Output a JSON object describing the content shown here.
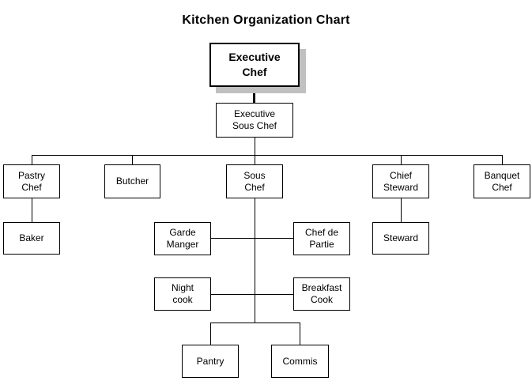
{
  "title": "Kitchen Organization Chart",
  "colors": {
    "background": "#ffffff",
    "box_fill": "#ffffff",
    "box_border": "#000000",
    "line": "#000000",
    "text": "#000000",
    "root_shadow": "#c0c0c0"
  },
  "nodes": {
    "executive_chef": {
      "label": "Executive\nChef"
    },
    "executive_sous_chef": {
      "label": "Executive\nSous Chef"
    },
    "pastry_chef": {
      "label": "Pastry\nChef"
    },
    "butcher": {
      "label": "Butcher"
    },
    "sous_chef": {
      "label": "Sous\nChef"
    },
    "chief_steward": {
      "label": "Chief\nSteward"
    },
    "banquet_chef": {
      "label": "Banquet\nChef"
    },
    "baker": {
      "label": "Baker"
    },
    "steward": {
      "label": "Steward"
    },
    "garde_manger": {
      "label": "Garde\nManger"
    },
    "chef_de_partie": {
      "label": "Chef de\nPartie"
    },
    "night_cook": {
      "label": "Night\ncook"
    },
    "breakfast_cook": {
      "label": "Breakfast\nCook"
    },
    "pantry": {
      "label": "Pantry"
    },
    "commis": {
      "label": "Commis"
    }
  },
  "hierarchy": [
    {
      "parent": "Executive Chef",
      "children": [
        "Executive Sous Chef"
      ]
    },
    {
      "parent": "Executive Sous Chef",
      "children": [
        "Pastry Chef",
        "Butcher",
        "Sous Chef",
        "Chief Steward",
        "Banquet Chef"
      ]
    },
    {
      "parent": "Pastry Chef",
      "children": [
        "Baker"
      ]
    },
    {
      "parent": "Chief Steward",
      "children": [
        "Steward"
      ]
    },
    {
      "parent": "Sous Chef",
      "children": [
        "Garde Manger",
        "Chef de Partie",
        "Night cook",
        "Breakfast Cook",
        "Pantry",
        "Commis"
      ]
    }
  ]
}
